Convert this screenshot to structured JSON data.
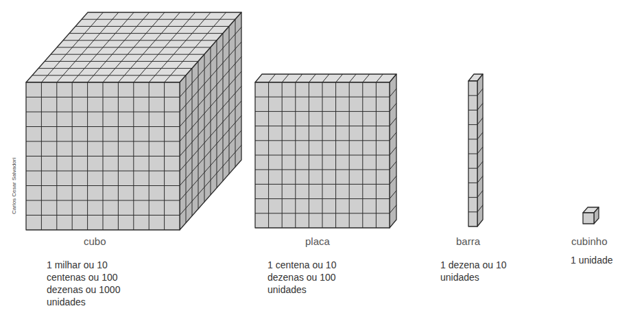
{
  "diagram": {
    "labels": [
      "Carlos Cesar Salvadori",
      "cubo",
      "1 milhar ou 10 centenas ou 100 dezenas ou 1000 unidades",
      "placa",
      "1 centena ou 10 dezenas ou 100 unidades",
      "barra",
      "1 dezena ou 10 unidades",
      "cubinho",
      "1 unidade"
    ]
  }
}
